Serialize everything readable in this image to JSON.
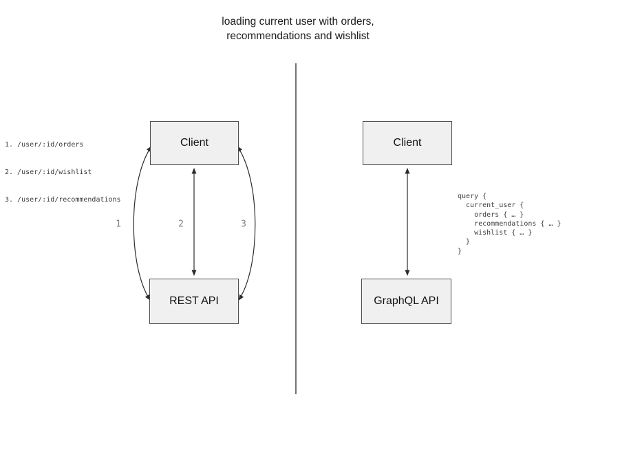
{
  "title": {
    "line1": "loading current user with orders,",
    "line2": "recommendations and wishlist"
  },
  "rest_panel": {
    "client_label": "Client",
    "api_label": "REST API",
    "endpoints": [
      "1. /user/:id/orders",
      "2. /user/:id/wishlist",
      "3. /user/:id/recommendations"
    ],
    "arrow_labels": [
      "1",
      "2",
      "3"
    ]
  },
  "graphql_panel": {
    "client_label": "Client",
    "api_label": "GraphQL API",
    "query": "query {\n  current_user {\n    orders { … }\n    recommendations { … }\n    wishlist { … }\n  }\n}"
  },
  "colors": {
    "box_fill": "#f0f0f0",
    "box_border": "#4d4d4d",
    "arrow": "#2b2b2b",
    "divider": "#737373",
    "arrow_number_gray": "#808080",
    "code_text": "#3d3d3d"
  }
}
